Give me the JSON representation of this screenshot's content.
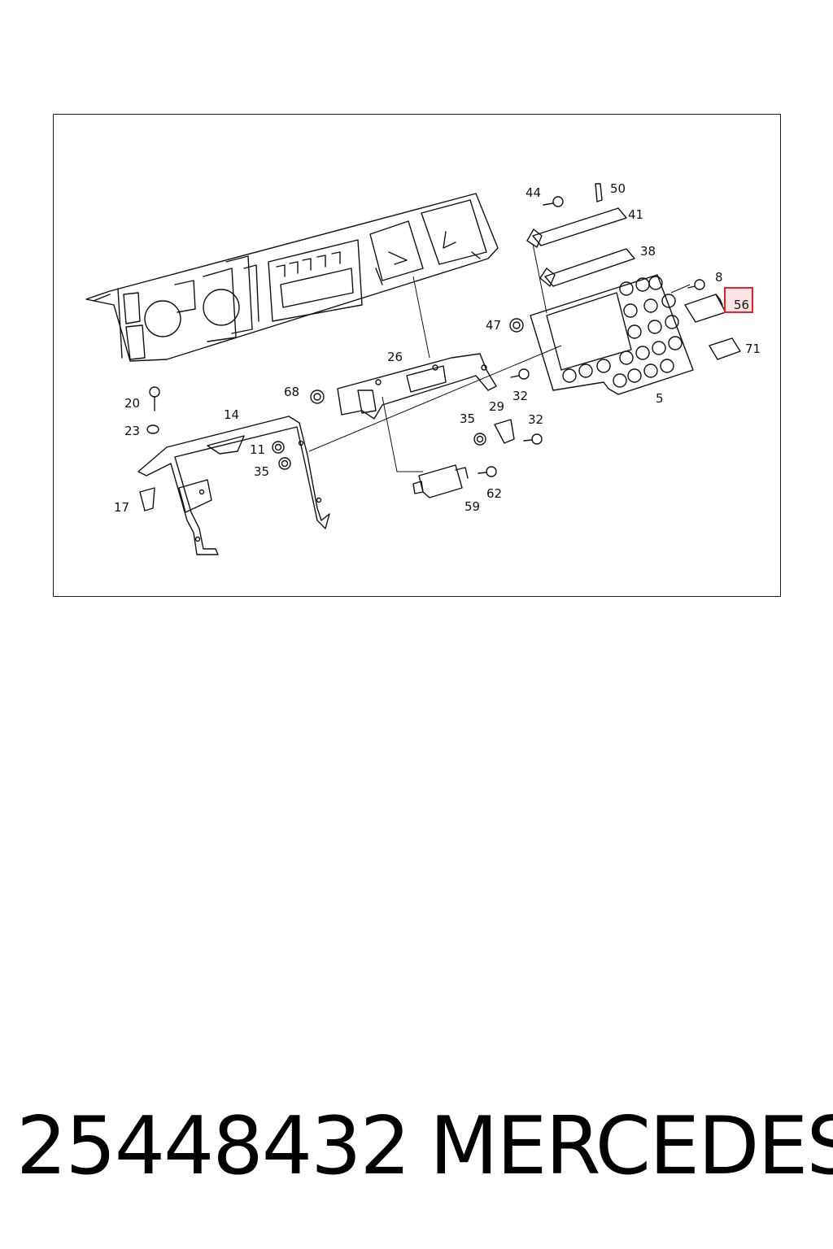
{
  "diagram": {
    "callouts": [
      {
        "id": "44",
        "label": "44"
      },
      {
        "id": "50",
        "label": "50"
      },
      {
        "id": "41",
        "label": "41"
      },
      {
        "id": "38",
        "label": "38"
      },
      {
        "id": "8",
        "label": "8"
      },
      {
        "id": "56",
        "label": "56",
        "highlighted": true
      },
      {
        "id": "47",
        "label": "47"
      },
      {
        "id": "71",
        "label": "71"
      },
      {
        "id": "26",
        "label": "26"
      },
      {
        "id": "5",
        "label": "5"
      },
      {
        "id": "32a",
        "label": "32"
      },
      {
        "id": "68",
        "label": "68"
      },
      {
        "id": "29",
        "label": "29"
      },
      {
        "id": "20",
        "label": "20"
      },
      {
        "id": "35a",
        "label": "35"
      },
      {
        "id": "32b",
        "label": "32"
      },
      {
        "id": "14",
        "label": "14"
      },
      {
        "id": "23",
        "label": "23"
      },
      {
        "id": "11",
        "label": "11"
      },
      {
        "id": "35b",
        "label": "35"
      },
      {
        "id": "62",
        "label": "62"
      },
      {
        "id": "17",
        "label": "17"
      },
      {
        "id": "59",
        "label": "59"
      }
    ],
    "highlight_color": "#e8202a",
    "highlight_fill": "#fbe3e6",
    "line_color": "#111111",
    "frame_color": "#1c1c3a"
  },
  "footer": {
    "part_number": "25448432",
    "brand": "MERCEDES"
  }
}
